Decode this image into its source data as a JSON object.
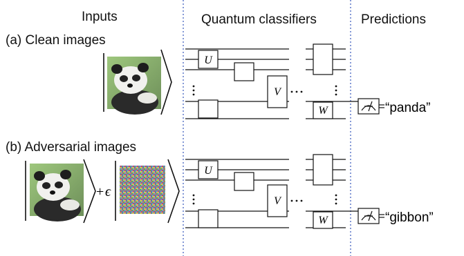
{
  "headers": {
    "inputs": "Inputs",
    "classifiers": "Quantum classifiers",
    "predictions": "Predictions"
  },
  "rows": [
    {
      "label": "(a) Clean images",
      "gates": {
        "u": "U",
        "v": "V",
        "w": "W"
      },
      "prediction": "“panda”"
    },
    {
      "label": "(b) Adversarial images",
      "gates": {
        "u": "U",
        "v": "V",
        "w": "W"
      },
      "prediction": "“gibbon”",
      "perturbation_operator": "+",
      "perturbation_symbol": "ϵ"
    }
  ],
  "icons": [
    "panda-image",
    "noise-image",
    "measurement-icon"
  ],
  "colors": {
    "divider": "#3355bb",
    "text": "#111111"
  }
}
